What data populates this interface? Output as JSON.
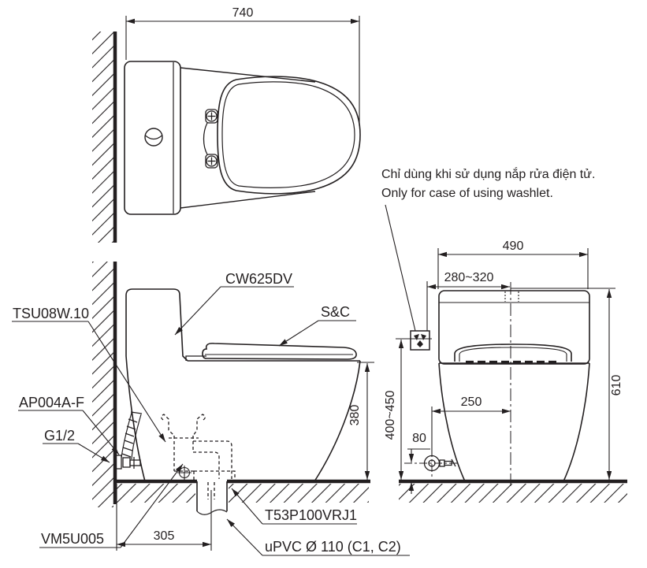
{
  "colors": {
    "line": "#231f20",
    "background": "#ffffff"
  },
  "note": {
    "line1": "Chỉ dùng khi sử dụng nắp rửa điện tử.",
    "line2": "Only for case of using washlet."
  },
  "top_view": {
    "width_dim": "740"
  },
  "side_view": {
    "height_dim": "380",
    "drain_offset_dim": "305",
    "labels": {
      "tank_model": "CW625DV",
      "seat_cover": "S&C",
      "fill_valve": "TSU08W.10",
      "supply_hose": "AP004A-F",
      "supply_thread": "G1/2",
      "outlet_connector": "VM5U005",
      "drain_joint": "T53P100VRJ1",
      "drain_pipe": "uPVC Ø 110 (C1, C2)"
    }
  },
  "front_view": {
    "width_dim": "490",
    "outlet_offset_dim": "280~320",
    "height_dim": "610",
    "outlet_height_dim": "400~450",
    "supply_offset_dim": "250",
    "supply_spacing_dim": "80",
    "outlet_icon": "power-outlet-icon"
  }
}
